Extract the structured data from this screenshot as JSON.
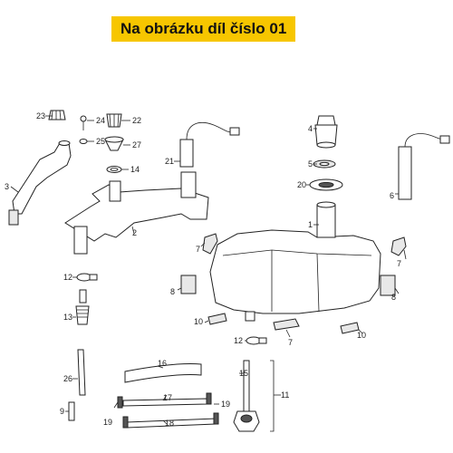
{
  "header": {
    "title": "Na obrázku díl číslo 01"
  },
  "colors": {
    "banner": "#f7c600",
    "line": "#222222"
  },
  "callouts": {
    "c1": "1",
    "c2": "2",
    "c3": "3",
    "c4": "4",
    "c5": "5",
    "c6": "6",
    "c7a": "7",
    "c7b": "7",
    "c7c": "7",
    "c8a": "8",
    "c8b": "8",
    "c9": "9",
    "c10a": "10",
    "c10b": "10",
    "c11": "11",
    "c12a": "12",
    "c12b": "12",
    "c13": "13",
    "c14": "14",
    "c15": "15",
    "c16": "16",
    "c17": "17",
    "c18": "18",
    "c19a": "19",
    "c19b": "19",
    "c20": "20",
    "c21": "21",
    "c22": "22",
    "c23": "23",
    "c24": "24",
    "c25": "25",
    "c26": "26",
    "c27": "27"
  }
}
